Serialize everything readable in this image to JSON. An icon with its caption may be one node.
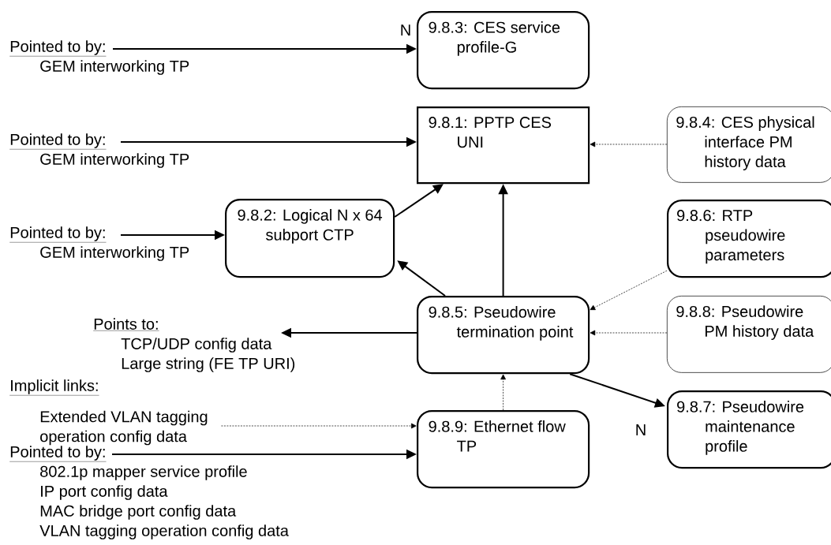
{
  "diagram": {
    "nodes": [
      {
        "text": [
          "9.8.3: CES service profile-G"
        ]
      },
      {
        "text": [
          "9.8.1: PPTP CES UNI"
        ]
      },
      {
        "text": [
          "9.8.4: CES physical interface PM history data"
        ]
      },
      {
        "text": [
          "9.8.2: Logical N x 64 subport CTP"
        ]
      },
      {
        "text": [
          "9.8.6: RTP pseudowire parameters"
        ]
      },
      {
        "text": [
          "9.8.5: Pseudowire termination point"
        ]
      },
      {
        "text": [
          "9.8.8: Pseudowire PM history data"
        ]
      },
      {
        "text": [
          "9.8.9: Ethernet flow TP"
        ]
      },
      {
        "text": [
          "9.8.7: Pseudowire maintenance profile"
        ]
      },
      {
        "text": [
          "Pointed to by:",
          "GEM interworking TP"
        ]
      },
      {
        "text": [
          "Pointed to by:",
          "GEM interworking TP"
        ]
      },
      {
        "text": [
          "Pointed to by:",
          "GEM interworking TP"
        ]
      },
      {
        "text": [
          "Points to:",
          "TCP/UDP config data",
          "Large string (FE TP URI)"
        ]
      },
      {
        "text": [
          "Implicit links:",
          "Extended VLAN tagging operation config data"
        ]
      },
      {
        "text": [
          "Pointed to by:",
          "802.1p mapper service profile",
          "IP port config data",
          "MAC bridge port config data",
          "VLAN tagging operation config data"
        ]
      }
    ],
    "edges": [
      {
        "from": 9,
        "to": 0,
        "arrow": "to",
        "label": "N"
      },
      {
        "from": 10,
        "to": 1,
        "arrow": "to"
      },
      {
        "from": 11,
        "to": 3,
        "arrow": "to"
      },
      {
        "from": 3,
        "to": 1,
        "arrow": "to"
      },
      {
        "from": 5,
        "to": 3,
        "arrow": "to"
      },
      {
        "from": 5,
        "to": 1,
        "arrow": "to"
      },
      {
        "from": 2,
        "to": 1,
        "arrow": "to",
        "style": "dashed"
      },
      {
        "from": 4,
        "to": 5,
        "arrow": "to",
        "style": "dashed"
      },
      {
        "from": 6,
        "to": 5,
        "arrow": "to",
        "style": "dashed"
      },
      {
        "from": 7,
        "to": 5,
        "arrow": "to",
        "style": "dashed"
      },
      {
        "from": 5,
        "to": 12,
        "arrow": "to"
      },
      {
        "from": 13,
        "to": 7,
        "arrow": "to",
        "style": "dashed"
      },
      {
        "from": 14,
        "to": 7,
        "arrow": "to"
      },
      {
        "from": 5,
        "to": 8,
        "arrow": "to",
        "label": "N"
      }
    ]
  }
}
